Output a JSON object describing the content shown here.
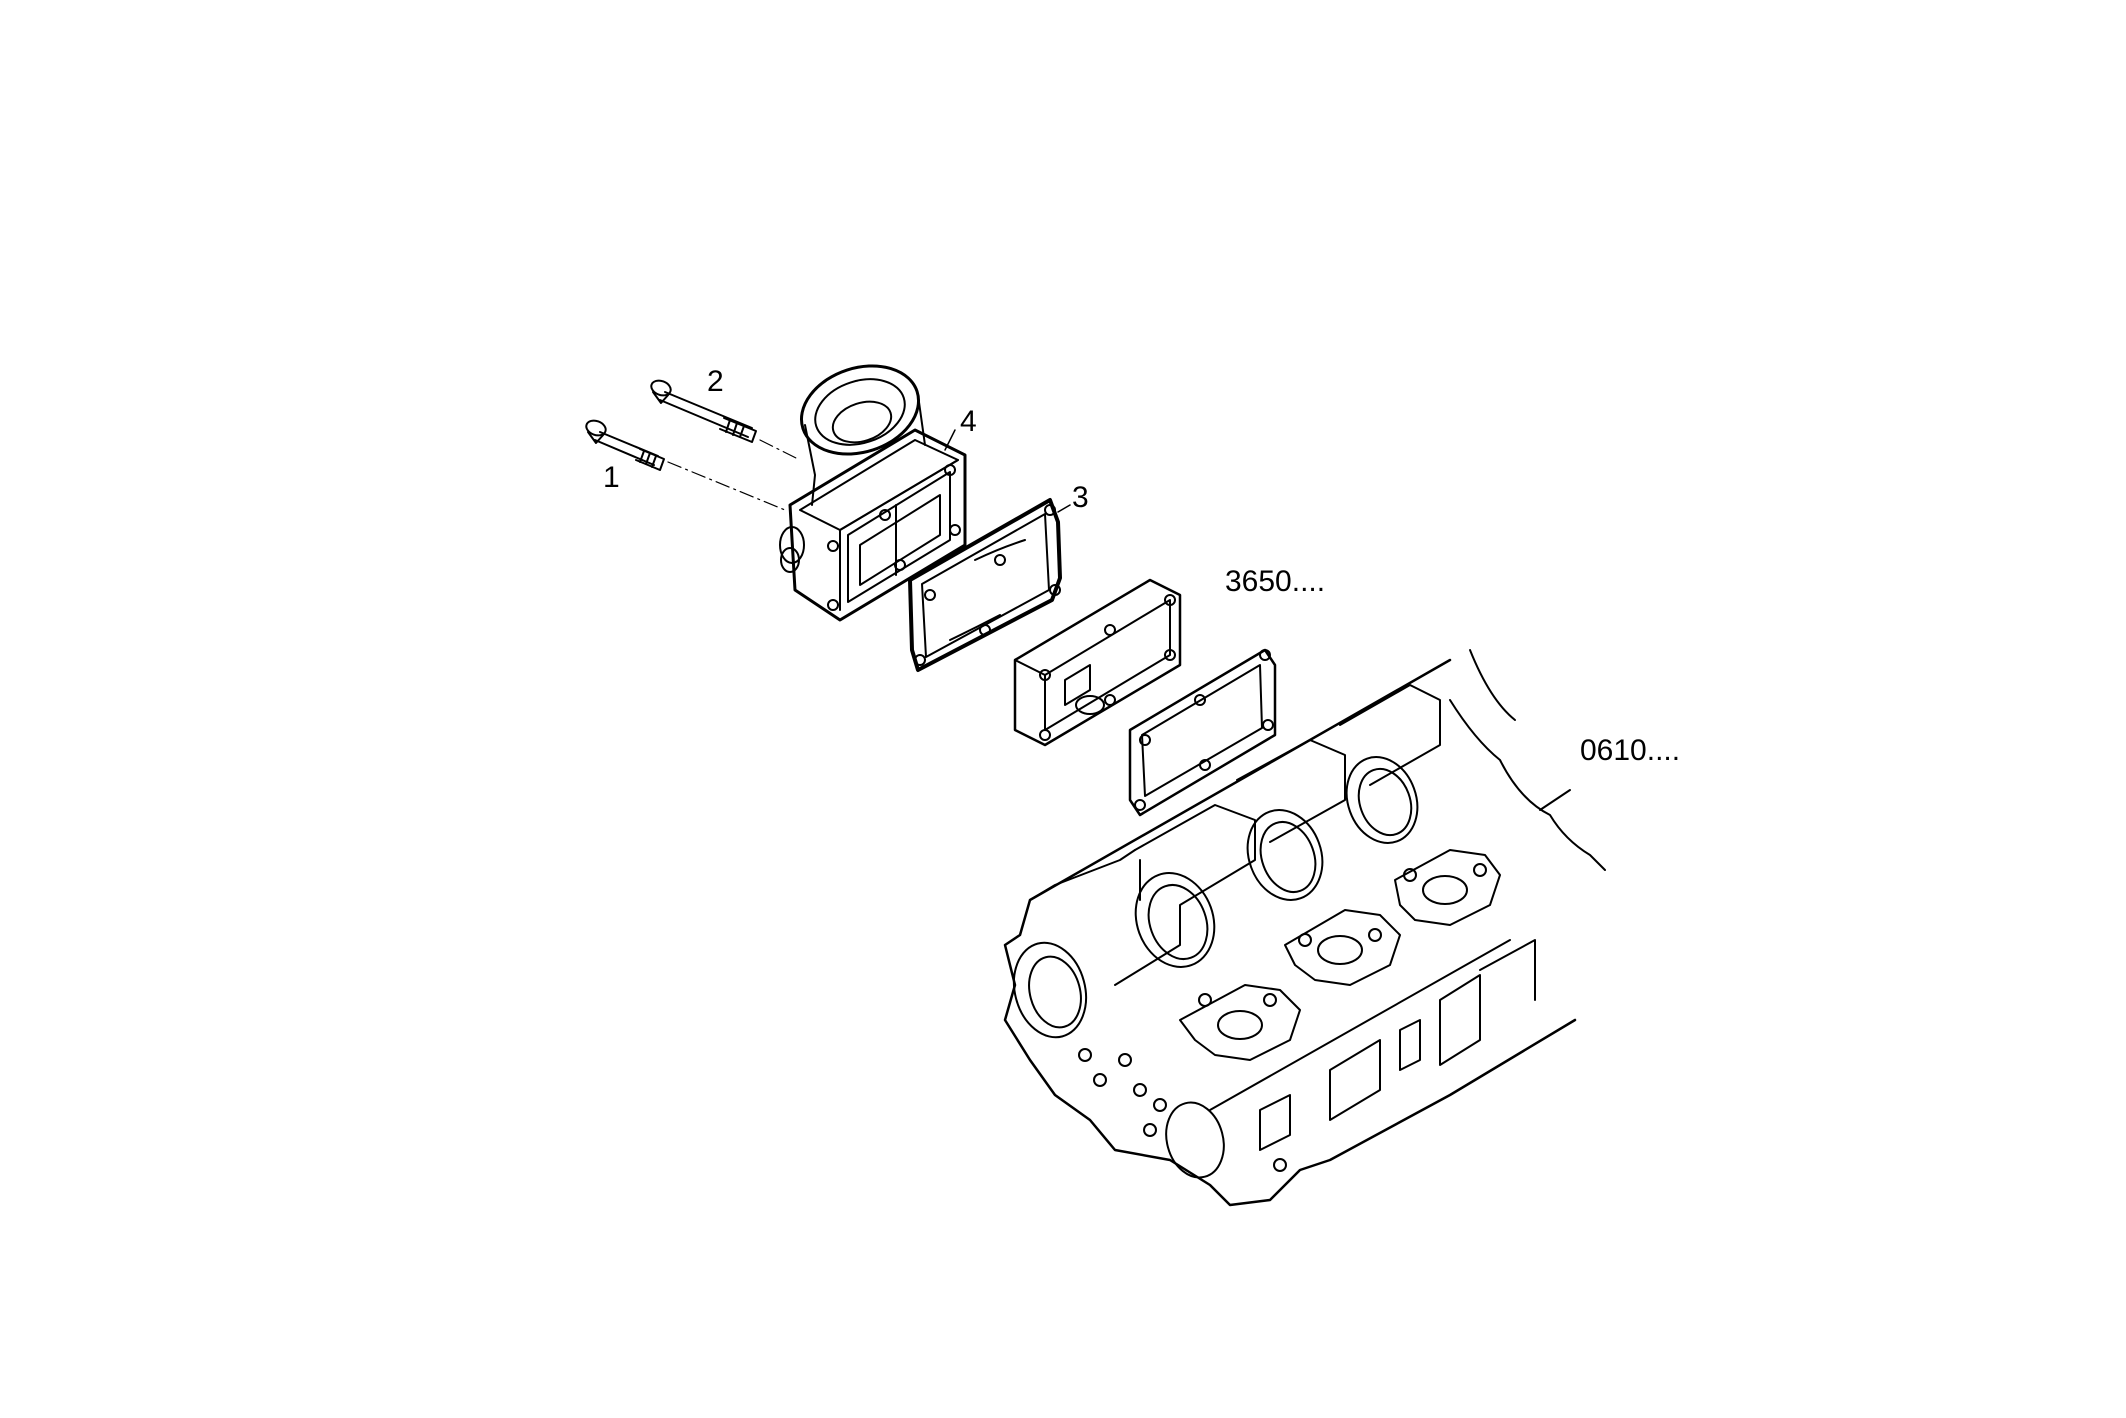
{
  "callouts": {
    "item_1": "1",
    "item_2": "2",
    "item_3": "3",
    "item_4": "4",
    "ref_group_a": "3650....",
    "ref_group_b": "0610...."
  },
  "colors": {
    "line": "#000000",
    "background": "#ffffff"
  }
}
